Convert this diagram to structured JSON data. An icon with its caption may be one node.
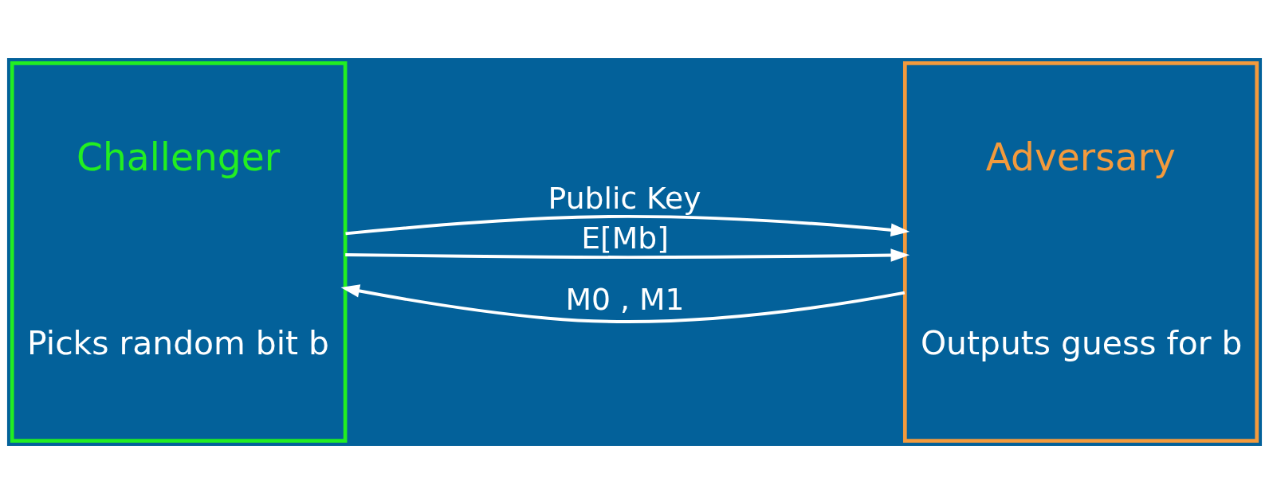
{
  "diagram": {
    "nodes": [
      {
        "text": [
          "Challenger",
          "Picks random bit b"
        ]
      },
      {
        "text": [
          "Adversary",
          "Outputs guess for b"
        ]
      }
    ],
    "edges": [
      {
        "from": 0,
        "to": 1,
        "arrow": "to",
        "label": "Public Key"
      },
      {
        "from": 1,
        "to": 0,
        "arrow": "to",
        "label": "M0 , M1"
      },
      {
        "from": 0,
        "to": 1,
        "arrow": "to",
        "label": "E[Mb]"
      }
    ]
  }
}
